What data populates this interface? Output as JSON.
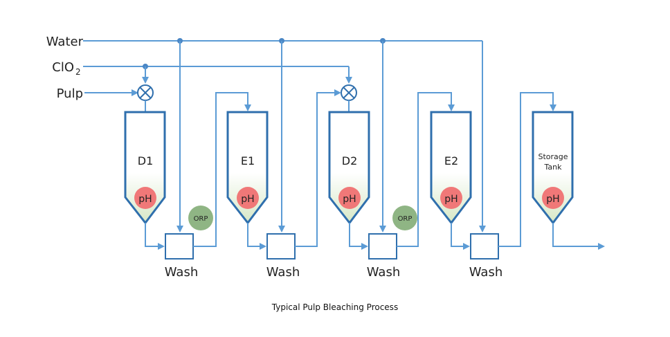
{
  "inputs": {
    "water": "Water",
    "clo2_main": "ClO",
    "clo2_sub": "2",
    "pulp": "Pulp"
  },
  "vessels": [
    {
      "label": "D1",
      "ph": "pH"
    },
    {
      "label": "E1",
      "ph": "pH"
    },
    {
      "label": "D2",
      "ph": "pH"
    },
    {
      "label": "E2",
      "ph": "pH"
    },
    {
      "label_line1": "Storage",
      "label_line2": "Tank",
      "ph": "pH"
    }
  ],
  "orp": [
    "ORP",
    "ORP"
  ],
  "wash": [
    "Wash",
    "Wash",
    "Wash",
    "Wash"
  ],
  "caption": "Typical Pulp Bleaching Process",
  "colors": {
    "pipe": "#5b9bd5",
    "outline": "#2f6fad",
    "ph": "#f07878",
    "orp": "#8fb584"
  }
}
